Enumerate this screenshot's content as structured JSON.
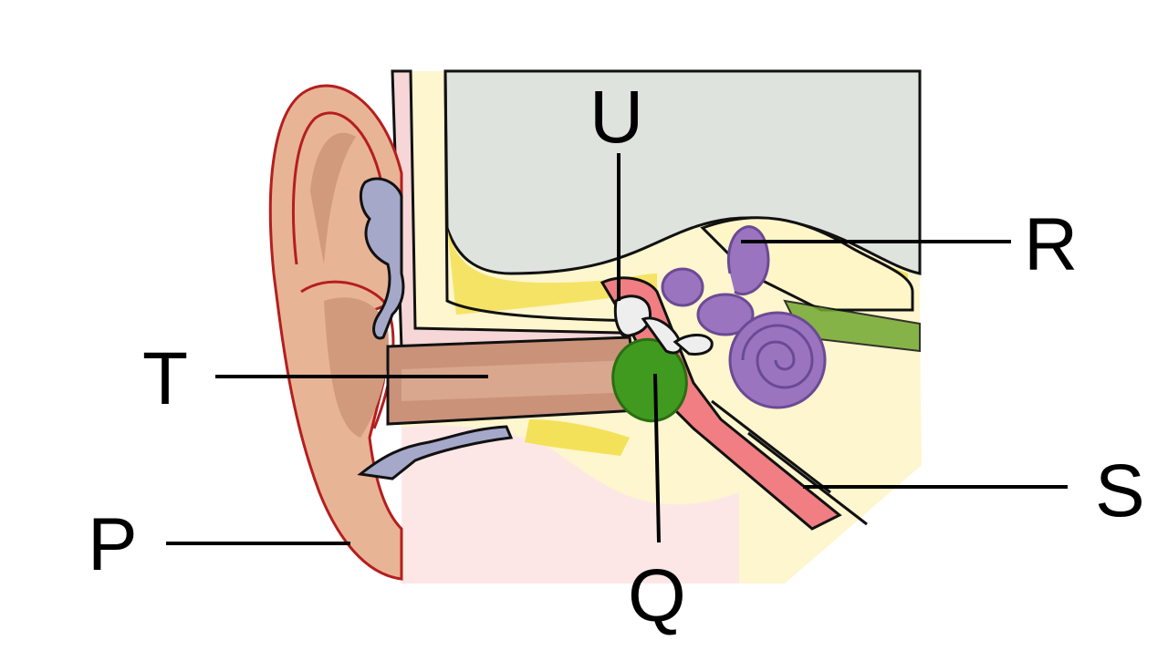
{
  "labels": {
    "P": "P",
    "Q": "Q",
    "R": "R",
    "S": "S",
    "T": "T",
    "U": "U"
  },
  "colors": {
    "background": "#ffffff",
    "skull_gray": "#dfe3de",
    "bone_yellow": "#fff6c8",
    "bone_yellow_dark": "#f4e15a",
    "tissue_pink": "#fde7e6",
    "skin": "#e8b496",
    "skin_dark": "#d29a7c",
    "ear_outline": "#b51e1e",
    "cartilage_blue": "#a5a8c8",
    "canal": "#c99279",
    "eardrum_green": "#3f9a1f",
    "middle_ear_red": "#f07e82",
    "inner_ear_purple": "#9b74c0",
    "ossicle_gray": "#eeeeee",
    "nerve_green": "#72a830",
    "leader_line": "#000000"
  }
}
